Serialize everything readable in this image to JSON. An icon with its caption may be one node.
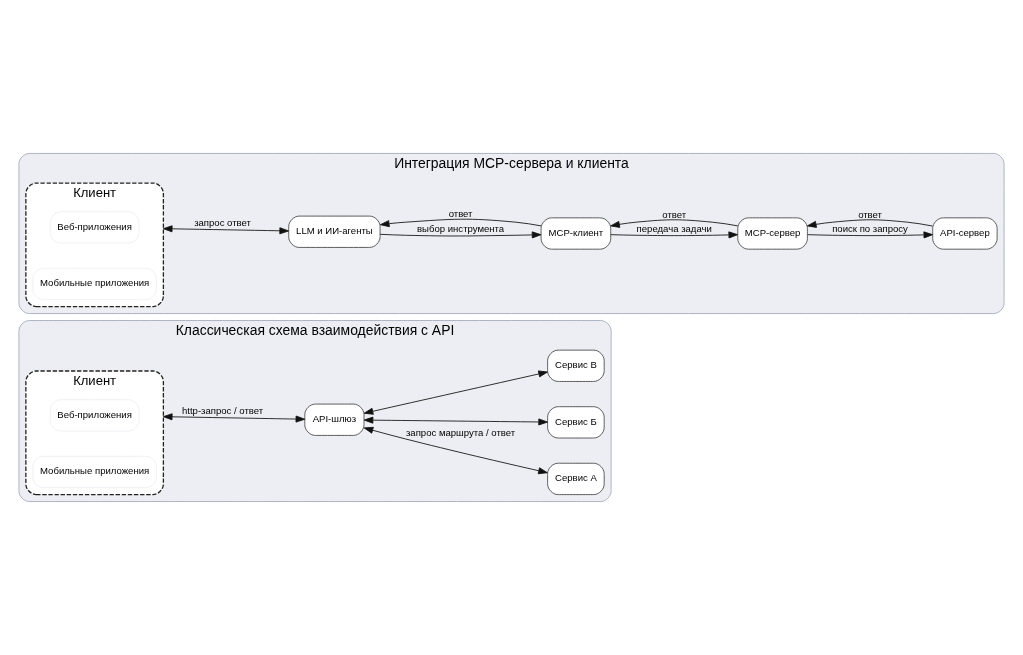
{
  "diagram": {
    "nodes": [
      {
        "text": [
          "Классическая схема взаимодействия с API"
        ]
      },
      {
        "text": [
          "Клиент"
        ],
        "in": 0
      },
      {
        "text": [
          "Веб-приложения"
        ],
        "in": 1
      },
      {
        "text": [
          "Мобильные приложения"
        ],
        "in": 1
      },
      {
        "text": [
          "API-шлюз"
        ],
        "in": 0
      },
      {
        "text": [
          "Сервис А"
        ],
        "in": 0
      },
      {
        "text": [
          "Сервис Б"
        ],
        "in": 0
      },
      {
        "text": [
          "Сервис В"
        ],
        "in": 0
      },
      {
        "text": [
          "Интеграция MCP-сервера и клиента"
        ]
      },
      {
        "text": [
          "Клиент"
        ],
        "in": 8
      },
      {
        "text": [
          "Веб-приложения"
        ],
        "in": 9
      },
      {
        "text": [
          "Мобильные приложения"
        ],
        "in": 9
      },
      {
        "text": [
          "LLM и ИИ-агенты"
        ],
        "in": 8
      },
      {
        "text": [
          "MCP-клиент"
        ],
        "in": 8
      },
      {
        "text": [
          "MCP-сервер"
        ],
        "in": 8
      },
      {
        "text": [
          "API-сервер"
        ],
        "in": 8
      }
    ],
    "edges": [
      {
        "from": 1,
        "to": 4,
        "arrow": "both",
        "label": "http-запрос / ответ"
      },
      {
        "from": 4,
        "to": 5,
        "arrow": "both",
        "label": "запрос маршрута / ответ"
      },
      {
        "from": 4,
        "to": 6,
        "arrow": "both"
      },
      {
        "from": 4,
        "to": 7,
        "arrow": "both"
      },
      {
        "from": 9,
        "to": 12,
        "arrow": "both",
        "label": "запрос ответ"
      },
      {
        "from": 12,
        "to": 13,
        "arrow": "to",
        "label": "выбор инструмента"
      },
      {
        "from": 13,
        "to": 12,
        "arrow": "to",
        "label": "ответ"
      },
      {
        "from": 13,
        "to": 14,
        "arrow": "to",
        "label": "передача задачи"
      },
      {
        "from": 14,
        "to": 13,
        "arrow": "to",
        "label": "ответ"
      },
      {
        "from": 14,
        "to": 15,
        "arrow": "to",
        "label": "поиск по запросу"
      },
      {
        "from": 15,
        "to": 14,
        "arrow": "to",
        "label": "ответ"
      }
    ]
  }
}
